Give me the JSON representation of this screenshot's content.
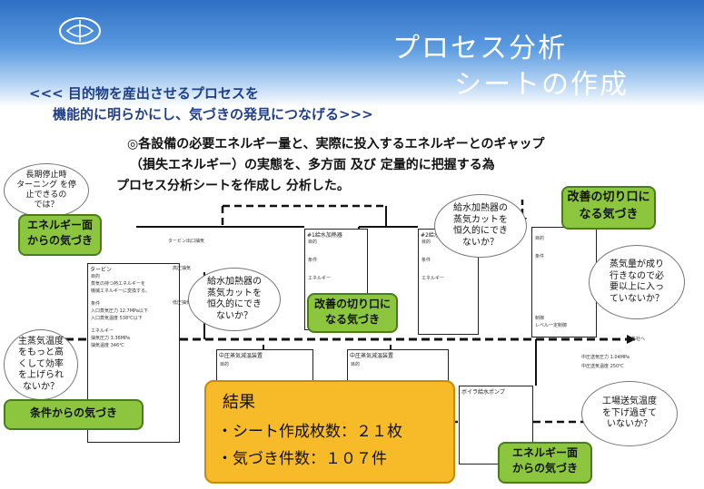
{
  "header": {
    "title_line1": "プロセス分析",
    "title_line2": "シートの作成"
  },
  "subtitle": {
    "line1": "<<< 目的物を産出させるプロセスを",
    "line2": "機能的に明らかにし、気づきの発見につなげる>>>"
  },
  "description": {
    "line1": "◎各設備の必要エネルギー量と、実際に投入するエネルギーとのギャップ",
    "line2": "（損失エネルギー）の実態を、多方面 及び 定量的に把握する為",
    "line3": "プロセス分析シートを作成し 分析した。"
  },
  "callouts": {
    "energy_top": "エネルギー面\nからの気づき",
    "condition": "条件からの気づき",
    "improve_mid": "改善の切り口に\nなる気づき",
    "improve_right": "改善の切り口に\nなる気づき",
    "energy_bottom": "エネルギー面\nからの気づき"
  },
  "bubbles": {
    "stop": "長期停止時\nターニング を停\n止できるの\nでは？",
    "steam_temp": "主蒸気温度\nをもっと高\nくして効率\nを上げられ\nないか？",
    "heater_left": "給水加熱器の\n蒸気カットを\n恒久的にでき\nないか？",
    "heater_right": "給水加熱器の\n蒸気カットを\n恒久的にでき\nないか？",
    "steam_qty": "蒸気量が成り\n行きなので必\n要以上に入っ\nていないか？",
    "factory_temp": "工場送気温度\nを下げ過ぎて\nいないか？"
  },
  "result": {
    "title": "結果",
    "sheets": "・シート作成枚数：２１枚",
    "findings": "・気づき件数：１０７件"
  },
  "sheet_text": {
    "turbine": "タービン",
    "purpose": "目的",
    "condition": "条件",
    "energy": "エネルギー",
    "heater1": "#1給水加熱器",
    "heater2": "#2給水加熱器",
    "pump": "ボイラ給水ポンプ",
    "middle_a": "中圧蒸気減温装置",
    "middle_b": "中圧蒸気減温装置",
    "control": "制御",
    "level": "レベル一定制御",
    "line_1": "蒸気の持つ熱エネルギーを",
    "line_2": "機械エネルギーに変換する。",
    "line_3": "入口蒸気圧力 12.7MPa以下",
    "line_4": "入口蒸気温度 538℃以下",
    "line_5": "抽気圧力 3.36MPa",
    "line_6": "抽気温度 346℃",
    "line_7": "中圧送気圧力 1.04MPa",
    "line_8": "中圧送気温度 250℃",
    "label_left1": "タービン出口抽気",
    "label_left2": "高圧抽気",
    "label_left3": "低圧抽気",
    "label_right": "各社へ"
  }
}
